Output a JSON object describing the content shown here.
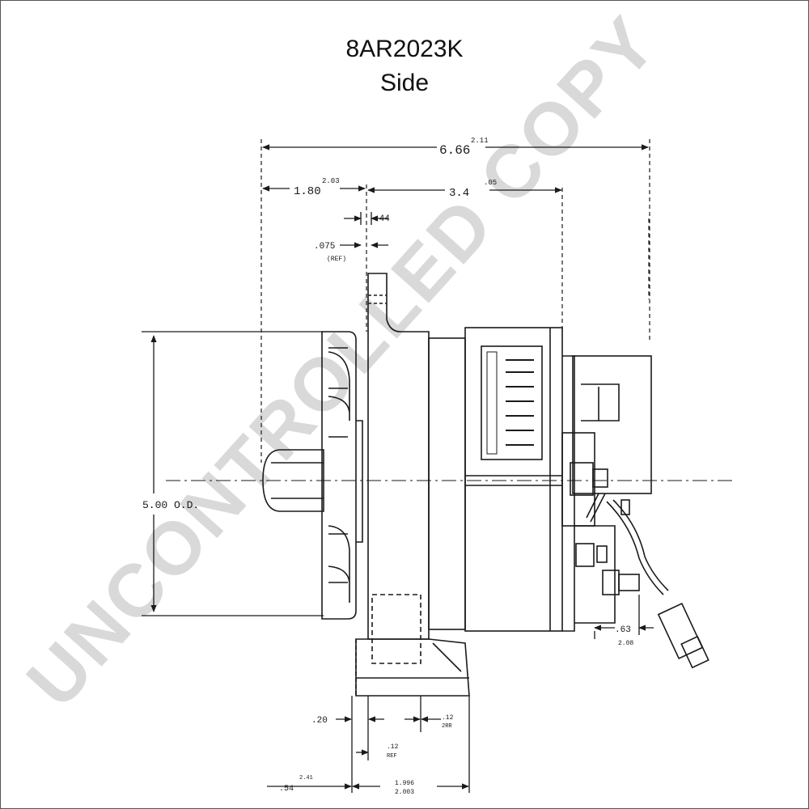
{
  "drawing": {
    "title": "8AR2023K",
    "subtitle": "Side",
    "watermark": "UNCONTROLLED COPY"
  },
  "dimensions": {
    "overall_length": "6.66",
    "overall_length_metric": "2.11",
    "front_length": "1.80",
    "front_length_metric": "2.03",
    "rear_length": "3.4",
    "rear_length_metric": ".05",
    "flange_thickness": ".44",
    "clearance": ".075",
    "clearance_note": "(REF)",
    "diameter": "5.00 O.D.",
    "terminal_offset": ".63",
    "terminal_offset_metric": "2.08",
    "mount_offset": ".20",
    "mount_width": ".12",
    "mount_width_note": "2RR",
    "mount_ref": ".12",
    "mount_ref_note": "REF",
    "pulley_offset": ".54",
    "pulley_offset_metric": "2.41",
    "mount_bore": "1.996",
    "mount_bore_metric": "2.003"
  },
  "colors": {
    "line": "#1a1a1a",
    "watermark": "#d9d9d9"
  }
}
